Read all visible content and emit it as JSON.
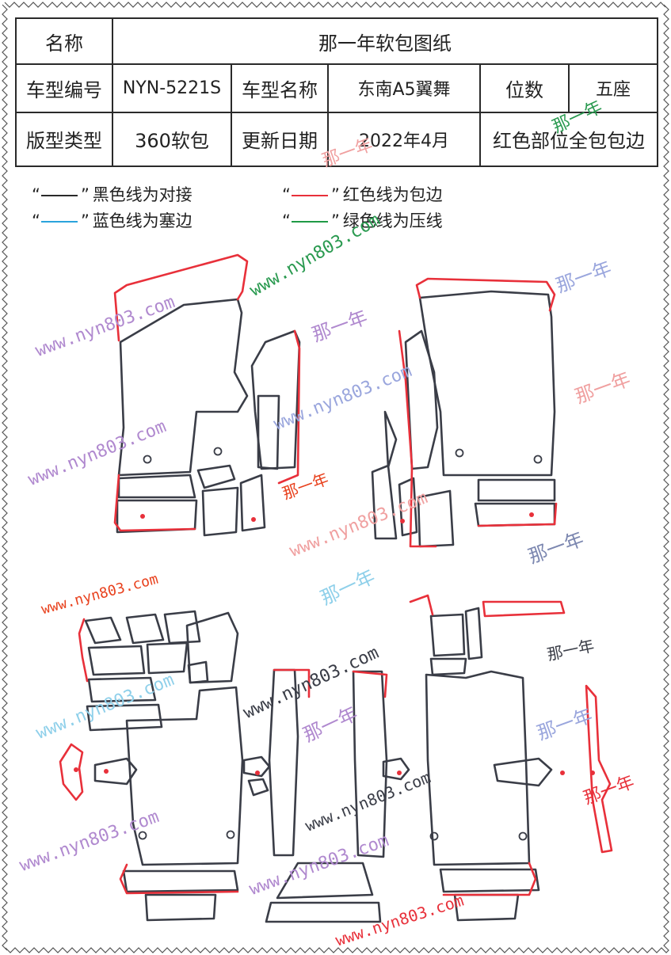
{
  "table": {
    "name_label": "名称",
    "name_value": "那一年软包图纸",
    "model_code_label": "车型编号",
    "model_code_value": "NYN-5221S",
    "model_name_label": "车型名称",
    "model_name_value": "东南A5翼舞",
    "seats_label": "位数",
    "seats_value": "五座",
    "type_label": "版型类型",
    "type_value": "360软包",
    "date_label": "更新日期",
    "date_value": "2022年4月",
    "note_value": "红色部位全包包边"
  },
  "legend": [
    {
      "text": "黑色线为对接",
      "color": "#2a2a2a"
    },
    {
      "text": "红色线为包边",
      "color": "#e8303a"
    },
    {
      "text": "蓝色线为塞边",
      "color": "#2aa3dc"
    },
    {
      "text": "绿色线为压线",
      "color": "#1f9a46"
    }
  ],
  "watermarks": {
    "site": "www.nyn803.com",
    "brand": "那一年"
  },
  "colors": {
    "outline": "#3a3d47",
    "edge_red": "#e8303a"
  }
}
